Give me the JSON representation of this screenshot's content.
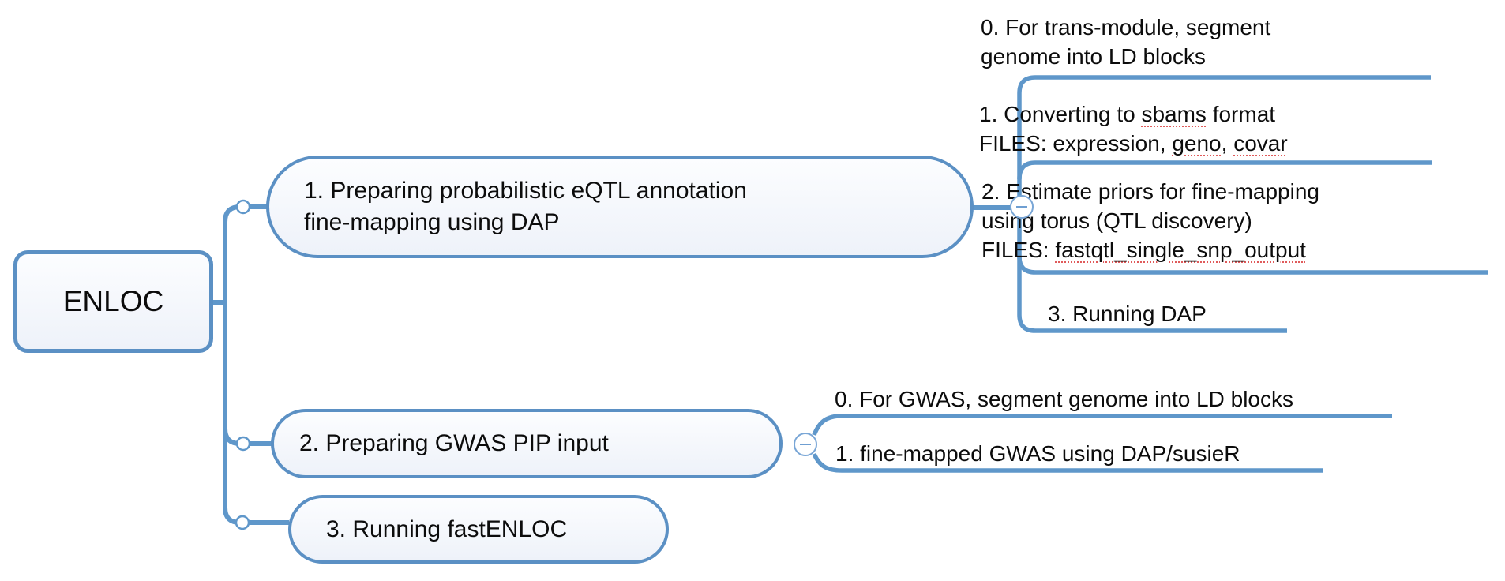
{
  "colors": {
    "accent_blue": "#5b90c4",
    "line_blue": "#5f97ca",
    "node_fill_top": "#fcfdff",
    "node_fill_bottom": "#eef2f9",
    "spellcheck_red": "#e05b5b",
    "text": "#0c0c0c"
  },
  "root": {
    "label": "ENLOC"
  },
  "branch1": {
    "line1": "1. Preparing probabilistic eQTL annotation",
    "line2": "fine-mapping using DAP",
    "children": {
      "c0": {
        "l1": "0. For trans-module, segment",
        "l2": "genome into LD blocks"
      },
      "c1": {
        "l1a": "1. Converting to ",
        "l1b": "sbams",
        "l1c": " format",
        "l2a": "FILES: expression, ",
        "l2b": "geno",
        "l2c": ", ",
        "l2d": "covar"
      },
      "c2": {
        "l1": "2. Estimate priors for fine-mapping",
        "l2": "using torus (QTL discovery)",
        "l3a": "FILES: ",
        "l3b": "fastqtl_single_snp_output"
      },
      "c3": {
        "l1": "3. Running DAP"
      }
    }
  },
  "branch2": {
    "label": "2. Preparing GWAS PIP input",
    "children": {
      "c0": {
        "l1": "0. For GWAS, segment genome into LD blocks"
      },
      "c1": {
        "l1": "1. fine-mapped GWAS using DAP/susieR"
      }
    }
  },
  "branch3": {
    "label": "3. Running fastENLOC"
  }
}
